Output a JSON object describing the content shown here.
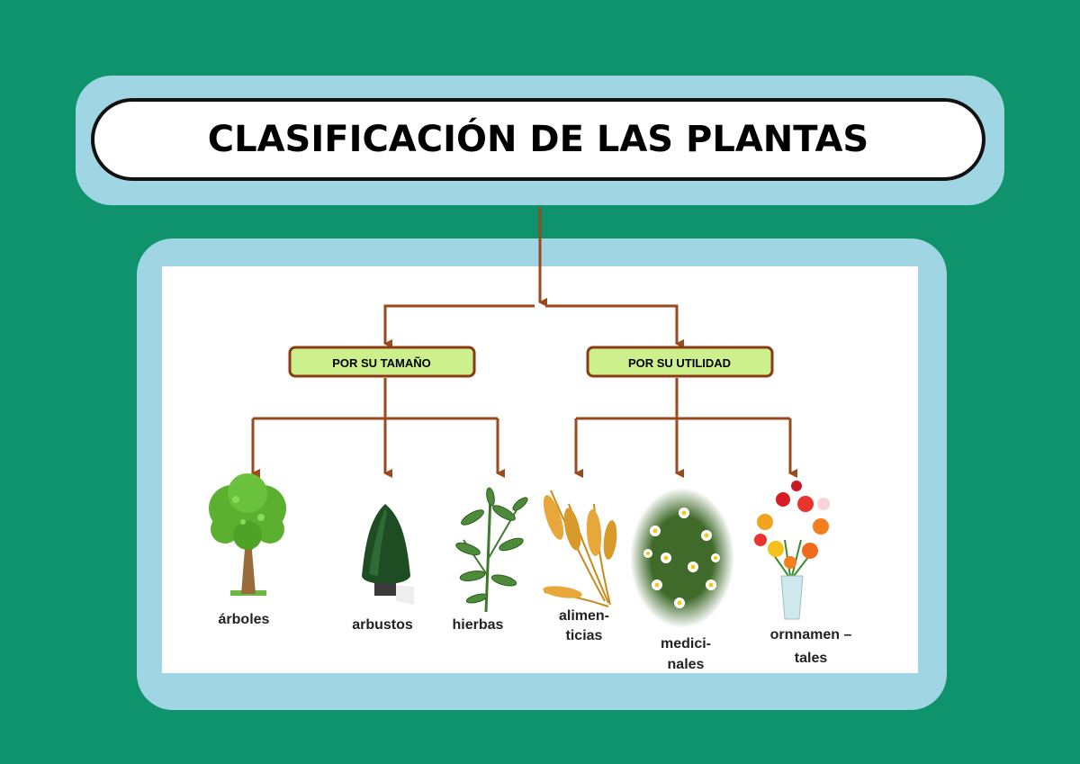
{
  "title": "CLASIFICACIÓN DE LAS PLANTAS",
  "categories": [
    {
      "label": "POR SU TAMAÑO",
      "items": [
        {
          "label_lines": [
            "árboles"
          ],
          "icon": "tree-icon"
        },
        {
          "label_lines": [
            "arbustos"
          ],
          "icon": "shrub-icon"
        },
        {
          "label_lines": [
            "hierbas"
          ],
          "icon": "herb-icon"
        }
      ]
    },
    {
      "label": "POR SU UTILIDAD",
      "items": [
        {
          "label_lines": [
            "alimen-",
            "ticias"
          ],
          "icon": "wheat-icon"
        },
        {
          "label_lines": [
            "medici-",
            "nales"
          ],
          "icon": "chamomile-icon"
        },
        {
          "label_lines": [
            "ornnamen –",
            "tales"
          ],
          "icon": "flower-vase-icon"
        }
      ]
    }
  ],
  "colors": {
    "background": "#0f936d",
    "frame": "#a0d6e4",
    "connector": "#9a4a1c",
    "category_fill": "#ccf08c",
    "category_border": "#8b3a14"
  }
}
